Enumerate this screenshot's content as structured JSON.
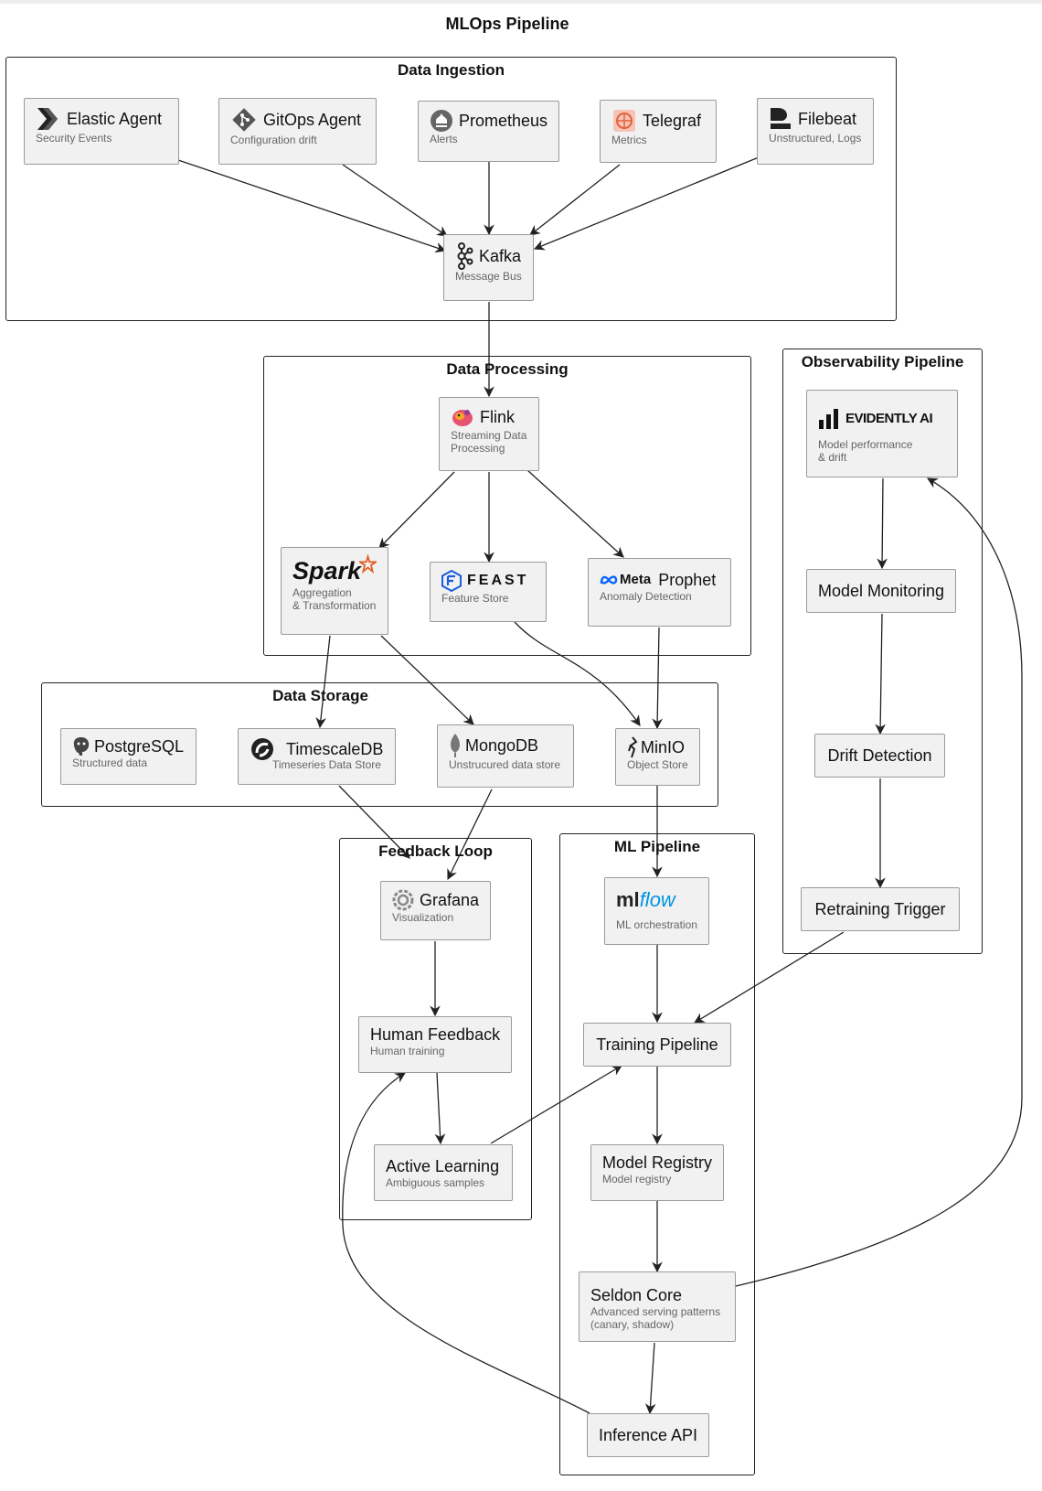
{
  "title": "MLOps Pipeline",
  "groups": {
    "ingestion": "Data Ingestion",
    "processing": "Data Processing",
    "observability": "Observability Pipeline",
    "storage": "Data Storage",
    "feedback": "Feedback Loop",
    "ml": "ML Pipeline"
  },
  "nodes": {
    "elastic": {
      "label": "Elastic Agent",
      "sub": "Security Events",
      "icon": "elastic-icon"
    },
    "gitops": {
      "label": "GitOps Agent",
      "sub": "Configuration drift",
      "icon": "git-icon"
    },
    "prometheus": {
      "label": "Prometheus",
      "sub": "Alerts",
      "icon": "prometheus-icon"
    },
    "telegraf": {
      "label": "Telegraf",
      "sub": "Metrics",
      "icon": "telegraf-icon"
    },
    "filebeat": {
      "label": "Filebeat",
      "sub": "Unstructured, Logs",
      "icon": "filebeat-icon"
    },
    "kafka": {
      "label": "Kafka",
      "sub": "Message Bus",
      "icon": "kafka-icon"
    },
    "flink": {
      "label": "Flink",
      "sub1": "Streaming Data",
      "sub2": "Processing",
      "icon": "flink-icon"
    },
    "spark": {
      "logo": "Spark",
      "sub1": "Aggregation",
      "sub2": "& Transformation",
      "icon": "spark-logo"
    },
    "feast": {
      "logo": "FEAST",
      "sub": "Feature Store",
      "icon": "feast-logo"
    },
    "prophet": {
      "brand": "Meta",
      "label": "Prophet",
      "sub": "Anomaly Detection",
      "icon": "meta-logo"
    },
    "evidently": {
      "logo": "EVIDENTLY AI",
      "sub1": "Model performance",
      "sub2": "& drift",
      "icon": "evidently-logo"
    },
    "monitoring": {
      "label": "Model Monitoring"
    },
    "drift": {
      "label": "Drift Detection"
    },
    "retrain": {
      "label": "Retraining Trigger"
    },
    "postgres": {
      "label": "PostgreSQL",
      "sub": "Structured data",
      "icon": "postgres-icon"
    },
    "timescale": {
      "label": "TimescaleDB",
      "sub": "Timeseries Data Store",
      "icon": "timescale-icon"
    },
    "mongo": {
      "label": "MongoDB",
      "sub": "Unstrucured data store",
      "icon": "mongodb-icon"
    },
    "minio": {
      "label": "MinIO",
      "sub": "Object Store",
      "icon": "minio-icon"
    },
    "grafana": {
      "label": "Grafana",
      "sub": "Visualization",
      "icon": "grafana-icon"
    },
    "human": {
      "label": "Human Feedback",
      "sub": "Human training"
    },
    "active": {
      "label": "Active Learning",
      "sub": "Ambiguous samples"
    },
    "mlflow": {
      "logo_a": "ml",
      "logo_b": "flow",
      "sub": "ML orchestration",
      "icon": "mlflow-logo"
    },
    "training": {
      "label": "Training Pipeline"
    },
    "registry": {
      "label": "Model Registry",
      "sub": "Model registry"
    },
    "seldon": {
      "label": "Seldon Core",
      "sub1": "Advanced serving patterns",
      "sub2": "(canary, shadow)"
    },
    "inference": {
      "label": "Inference API"
    }
  }
}
